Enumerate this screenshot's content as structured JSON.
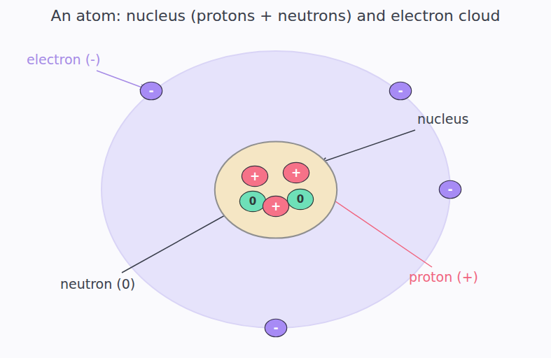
{
  "diagram": {
    "title": "An atom: nucleus (protons + neutrons) and electron cloud",
    "nodes": [
      {
        "text": [
          "-"
        ]
      },
      {
        "text": [
          "-"
        ]
      },
      {
        "text": [
          "nucleus"
        ]
      },
      {
        "text": [
          "+"
        ],
        "in": 2
      },
      {
        "text": [
          "+"
        ],
        "in": 2
      },
      {
        "text": [
          "0"
        ],
        "in": 2
      },
      {
        "text": [
          "+"
        ],
        "in": 2
      },
      {
        "text": [
          "0"
        ],
        "in": 2
      },
      {
        "text": [
          "-"
        ]
      },
      {
        "text": [
          "-"
        ]
      }
    ],
    "labels": [
      "electron (-)",
      "neutron (0)",
      "proton (+)"
    ]
  }
}
